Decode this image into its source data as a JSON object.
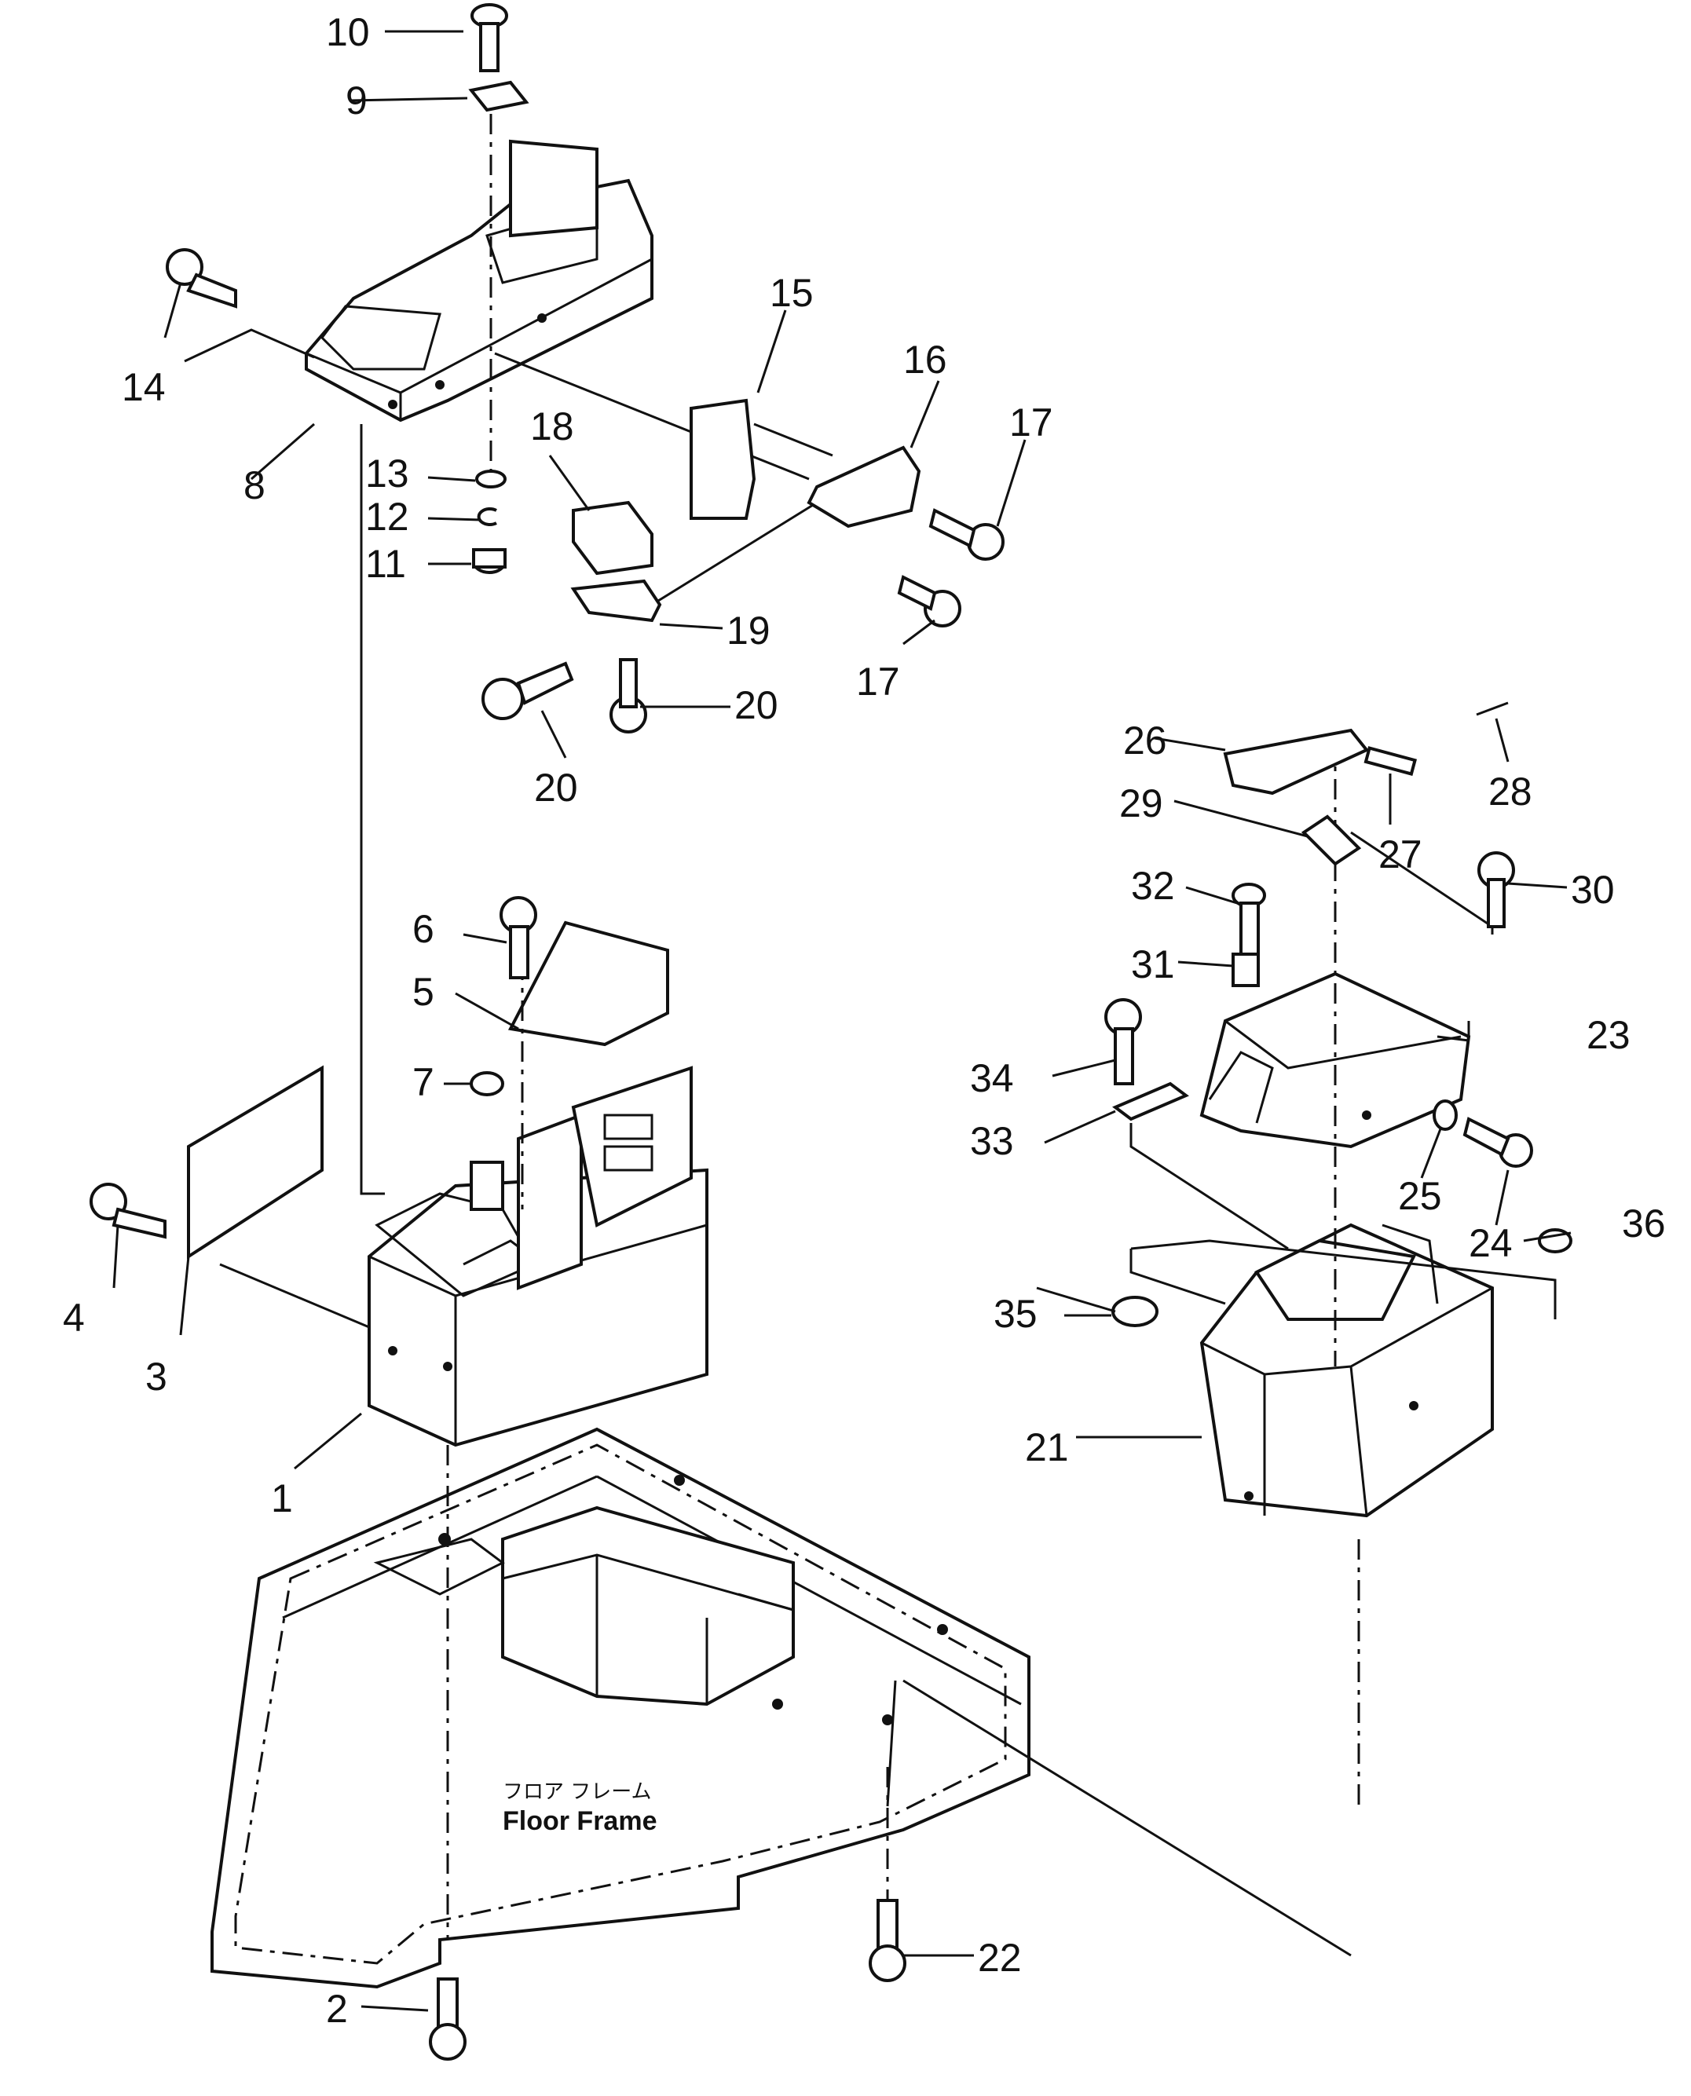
{
  "floor_frame": {
    "label_jp": "フロア フレーム",
    "label_en": "Floor Frame"
  },
  "callouts": {
    "c1": "1",
    "c2": "2",
    "c3": "3",
    "c4": "4",
    "c5": "5",
    "c6": "6",
    "c7": "7",
    "c8": "8",
    "c9": "9",
    "c10": "10",
    "c11": "11",
    "c12": "12",
    "c13": "13",
    "c14": "14",
    "c15": "15",
    "c16": "16",
    "c17a": "17",
    "c17b": "17",
    "c18": "18",
    "c19": "19",
    "c20a": "20",
    "c20b": "20",
    "c21": "21",
    "c22": "22",
    "c23": "23",
    "c24": "24",
    "c25": "25",
    "c26": "26",
    "c27": "27",
    "c28": "28",
    "c29": "29",
    "c30": "30",
    "c31": "31",
    "c32": "32",
    "c33": "33",
    "c34": "34",
    "c35": "35",
    "c36": "36"
  }
}
